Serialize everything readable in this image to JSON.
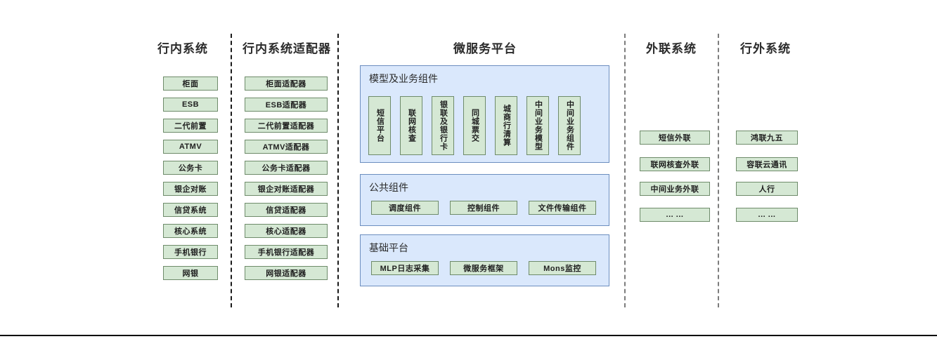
{
  "diagram": {
    "accent_green_fill": "#d5e8d4",
    "accent_green_border": "#6e8b6a",
    "accent_blue_fill": "#dae8fc",
    "accent_blue_border": "#6c8ebf",
    "separator_color": "#1a1a1a"
  },
  "columns": {
    "inbank": {
      "title": "行内系统",
      "items": [
        "柜面",
        "ESB",
        "二代前置",
        "ATMV",
        "公务卡",
        "银企对账",
        "信贷系统",
        "核心系统",
        "手机银行",
        "网银"
      ]
    },
    "adapter": {
      "title": "行内系统适配器",
      "items": [
        "柜面适配器",
        "ESB适配器",
        "二代前置适配器",
        "ATMV适配器",
        "公务卡适配器",
        "银企对账适配器",
        "信贷适配器",
        "核心适配器",
        "手机银行适配器",
        "网银适配器"
      ]
    },
    "platform": {
      "title": "微服务平台",
      "panels": [
        {
          "title": "模型及业务组件",
          "orientation": "vertical",
          "items": [
            "短信平台",
            "联网核查",
            "银联及银行卡",
            "同城票交",
            "城商行清算",
            "中间业务模型",
            "中间业务组件"
          ]
        },
        {
          "title": "公共组件",
          "orientation": "horizontal",
          "items": [
            "调度组件",
            "控制组件",
            "文件传输组件"
          ]
        },
        {
          "title": "基础平台",
          "orientation": "horizontal",
          "items": [
            "MLP日志采集",
            "微服务框架",
            "Mons监控"
          ]
        }
      ]
    },
    "external_link": {
      "title": "外联系统",
      "items": [
        "短信外联",
        "联网核查外联",
        "中间业务外联",
        "... ..."
      ]
    },
    "outbank": {
      "title": "行外系统",
      "items": [
        "鸿联九五",
        "容联云通讯",
        "人行",
        "... ..."
      ]
    }
  }
}
